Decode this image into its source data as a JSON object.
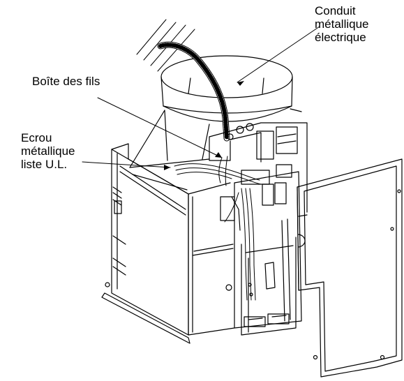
{
  "callouts": {
    "conduit": [
      "Conduit",
      "métallique",
      "électrique"
    ],
    "wire_box": [
      "Boîte des fils"
    ],
    "metal_nut": [
      "Ecrou",
      "métallique",
      "liste U.L."
    ]
  },
  "colors": {
    "ink": "#000000",
    "background": "#ffffff"
  }
}
